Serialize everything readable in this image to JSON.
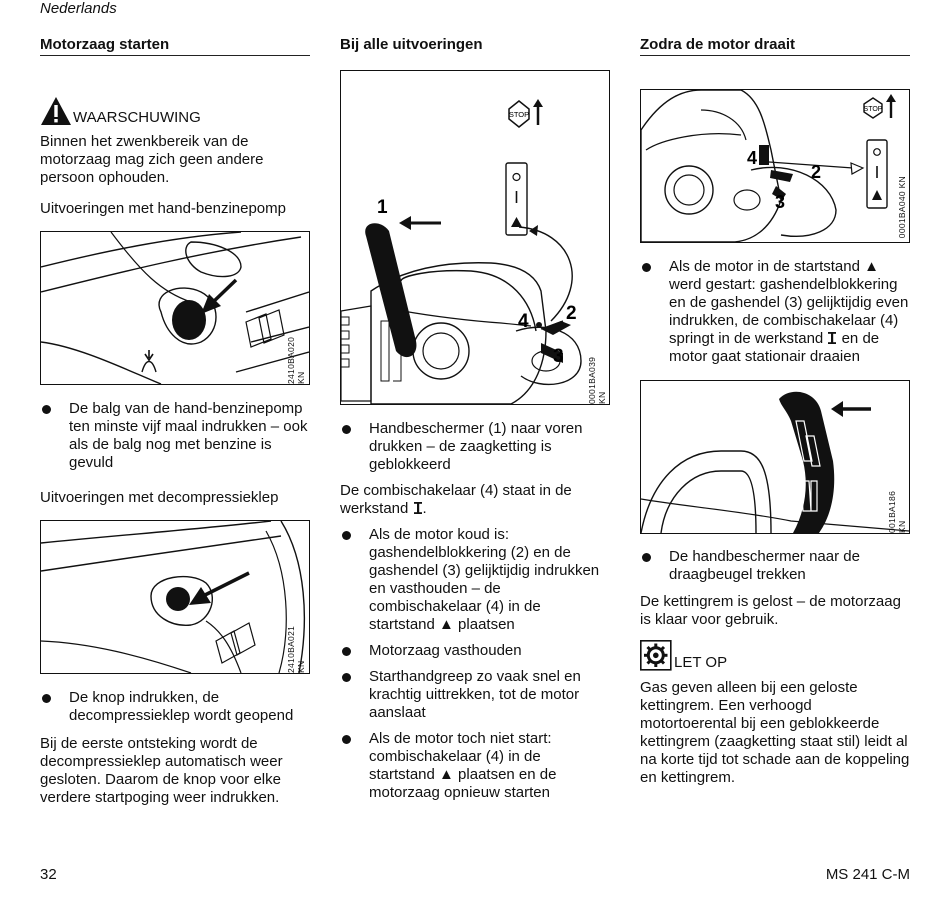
{
  "header": {
    "language": "Nederlands"
  },
  "col1": {
    "heading": "Motorzaag starten",
    "warning_label": "WAARSCHUWING",
    "warning_text": "Binnen het zwenkbereik van de motorzaag mag zich geen andere persoon ophouden.",
    "sub1": "Uitvoeringen met hand-benzinepomp",
    "fig1_code": "2410BA020 KN",
    "bullet1": "De balg van de hand-benzinepomp ten minste vijf maal indrukken – ook als de balg nog met benzine is gevuld",
    "sub2": "Uitvoeringen met decompressieklep",
    "fig2_code": "2410BA021 KN",
    "bullet2": "De knop indrukken, de decompressieklep wordt geopend",
    "para": "Bij de eerste ontsteking wordt de decompressieklep automatisch weer gesloten. Daarom de knop voor elke verdere startpoging weer indrukken."
  },
  "col2": {
    "heading": "Bij alle uitvoeringen",
    "fig_code": "0001BA039 KN",
    "fig_labels": {
      "stop": "STOP",
      "n1": "1",
      "n2": "2",
      "n3": "3",
      "n4": "4"
    },
    "bullet1": "Handbeschermer (1) naar voren drukken – de zaagketting is geblokkeerd",
    "para_a": "De combischakelaar (4) staat in de werkstand",
    "para_b": ".",
    "bullets": [
      "Als de motor koud is: gashendelblokkering (2) en de gashendel (3) gelijktijdig indrukken en vasthouden – de combischakelaar (4) in de startstand ▲ plaatsen",
      "Motorzaag vasthouden",
      "Starthandgreep zo vaak snel en krachtig uittrekken, tot de motor aanslaat",
      "Als de motor toch niet start: combischakelaar (4) in de startstand ▲ plaatsen en de motorzaag opnieuw starten"
    ]
  },
  "col3": {
    "heading": "Zodra de motor draait",
    "fig1_code": "0001BA040 KN",
    "fig1_labels": {
      "stop": "STOP",
      "n2": "2",
      "n3": "3",
      "n4": "4"
    },
    "bullet1_a": "Als de motor in de startstand ▲ werd gestart: gashendelblokkering en de gashendel (3) gelijktijdig even indrukken, de combischakelaar (4) springt in de werkstand",
    "bullet1_b": " en de motor gaat stationair draaien",
    "fig2_code": "001BA186 KN",
    "bullet2": "De handbeschermer naar de draagbeugel trekken",
    "para": "De kettingrem is gelost – de motorzaag is klaar voor gebruik.",
    "note_label": "LET OP",
    "note_text": "Gas geven alleen bij een geloste kettingrem. Een verhoogd motortoerental bij een geblokkeerde kettingrem (zaagketting staat stil) leidt al na korte tijd tot schade aan de koppeling en kettingrem."
  },
  "footer": {
    "page": "32",
    "model": "MS 241 C-M"
  }
}
